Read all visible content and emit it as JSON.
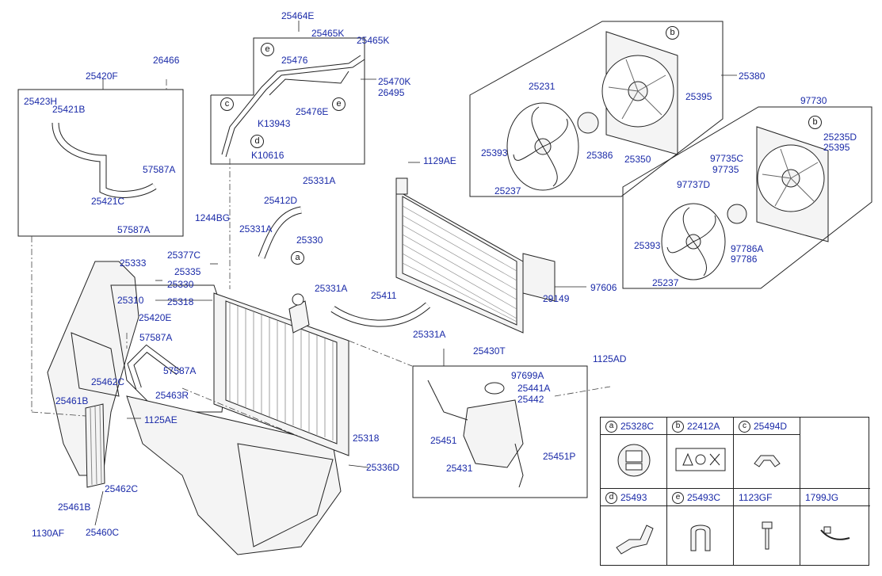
{
  "part_labels": {
    "p25464E": "25464E",
    "p25465K_a": "25465K",
    "p25465K_b": "25465K",
    "p26466": "26466",
    "p25476": "25476",
    "p25470K": "25470K",
    "p26495": "26495",
    "p25420F": "25420F",
    "p25423H": "25423H",
    "p25421B": "25421B",
    "p25476E": "25476E",
    "pK13943": "K13943",
    "pK10616": "K10616",
    "p57587A_a": "57587A",
    "p25421C": "25421C",
    "p57587A_b": "57587A",
    "p25331A_a": "25331A",
    "p25412D": "25412D",
    "p1244BG": "1244BG",
    "p25331A_b": "25331A",
    "p25330_a": "25330",
    "p25333": "25333",
    "p25377C": "25377C",
    "p25335": "25335",
    "p25330_b": "25330",
    "p25310": "25310",
    "p25318_a": "25318",
    "p25331A_c": "25331A",
    "p25411": "25411",
    "p25331A_d": "25331A",
    "p25420E": "25420E",
    "p57587A_c": "57587A",
    "p57587A_d": "57587A",
    "p25462C_a": "25462C",
    "p25463R": "25463R",
    "p25461B_a": "25461B",
    "p1125AE": "1125AE",
    "p25318_b": "25318",
    "p25336D": "25336D",
    "p25461B_b": "25461B",
    "p25462C_b": "25462C",
    "p1130AF": "1130AF",
    "p25460C": "25460C",
    "p1129AE": "1129AE",
    "p25430T": "25430T",
    "p97699A": "97699A",
    "p25441A": "25441A",
    "p25442": "25442",
    "p25451_a": "25451",
    "p25451P": "25451P",
    "p25431": "25431",
    "p1125AD": "1125AD",
    "p29149": "29149",
    "p97606": "97606",
    "p25231": "25231",
    "p25393_a": "25393",
    "p25237_a": "25237",
    "p25386": "25386",
    "p25350": "25350",
    "p25395_a": "25395",
    "p25380": "25380",
    "p97730": "97730",
    "p25235D": "25235D",
    "p25395_b": "25395",
    "p97735C": "97735C",
    "p97735": "97735",
    "p97737D": "97737D",
    "p25393_b": "25393",
    "p25237_b": "25237",
    "p97786A": "97786A",
    "p97786": "97786"
  },
  "markers": {
    "e1": "e",
    "e2": "e",
    "c": "c",
    "d": "d",
    "a": "a",
    "b1": "b",
    "b2": "b"
  },
  "legend_table": {
    "cells": [
      {
        "marker": "a",
        "part": "25328C"
      },
      {
        "marker": "b",
        "part": "22412A"
      },
      {
        "marker": "c",
        "part": "25494D"
      },
      {
        "marker": "d",
        "part": "25493"
      },
      {
        "marker": "e",
        "part": "25493C"
      },
      {
        "marker": "",
        "part": "1123GF"
      },
      {
        "marker": "",
        "part": "1799JG"
      }
    ]
  },
  "colors": {
    "label": "#1a2aa8",
    "line": "#222222",
    "part_fill": "#f4f4f4"
  }
}
